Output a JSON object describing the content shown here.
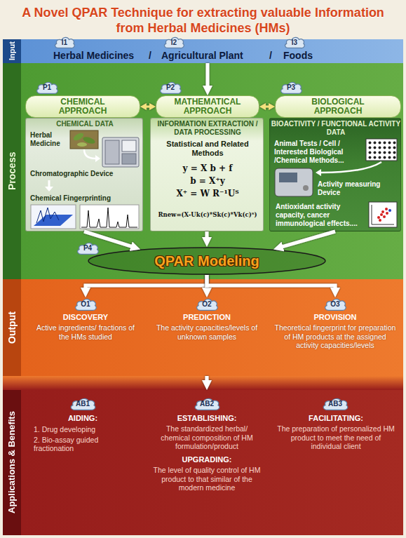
{
  "diagram": {
    "title": "A Novel QPAR Technique for extracting valuable Information from Herbal Medicines (HMs)",
    "nodes": [
      {
        "text": [
          "Input",
          "Herbal Medicines",
          "/",
          "Agricultural Plant",
          "/",
          "Foods"
        ]
      },
      {
        "text": [
          "I1"
        ],
        "in": 0
      },
      {
        "text": [
          "I2"
        ],
        "in": 0
      },
      {
        "text": [
          "I3"
        ],
        "in": 0
      },
      {
        "text": [
          "Process"
        ]
      },
      {
        "text": [
          "P1"
        ],
        "in": 4
      },
      {
        "text": [
          "CHEMICAL APPROACH"
        ],
        "in": 4
      },
      {
        "text": [
          "P2"
        ],
        "in": 4
      },
      {
        "text": [
          "MATHEMATICAL APPROACH"
        ],
        "in": 4
      },
      {
        "text": [
          "P3"
        ],
        "in": 4
      },
      {
        "text": [
          "BIOLOGICAL APPROACH"
        ],
        "in": 4
      },
      {
        "text": [
          "CHEMICAL DATA",
          "Herbal Medicine",
          "Chromatographic Device",
          "Chemical Fingerprinting"
        ],
        "in": 4
      },
      {
        "text": [
          "INFORMATION EXTRACTION / DATA PROCESSING",
          "Statistical and Related Methods",
          "y = X b + f",
          "b = X⁺y",
          "X⁺ = W R⁻¹Uᵀ",
          "Rnew=(X-Uk(c)*Sk(c)*Vk(c)ᵀ)"
        ],
        "in": 4
      },
      {
        "text": [
          "BIOACTIVITY / FUNCTIONAL ACTIVITY DATA",
          "Animal Tests / Cell / Interested Biological /Chemical Methods...",
          "Activity measuring Device",
          "Antioxidant activity capacity, cancer immunological effects...."
        ],
        "in": 4
      },
      {
        "text": [
          "P4"
        ],
        "in": 4
      },
      {
        "text": [
          "QPAR Modeling"
        ],
        "in": 4
      },
      {
        "text": [
          "Output"
        ]
      },
      {
        "text": [
          "O1"
        ],
        "in": 16
      },
      {
        "text": [
          "DISCOVERY",
          "Active ingredients/ fractions of the HMs studied"
        ],
        "in": 16
      },
      {
        "text": [
          "O2"
        ],
        "in": 16
      },
      {
        "text": [
          "PREDICTION",
          "The activity capacities/levels of unknown samples"
        ],
        "in": 16
      },
      {
        "text": [
          "O3"
        ],
        "in": 16
      },
      {
        "text": [
          "PROVISION",
          "Theoretical fingerprint for preparation of HM products at the assigned activity capacities/levels"
        ],
        "in": 16
      },
      {
        "text": [
          "Applications & Benefits"
        ]
      },
      {
        "text": [
          "AB1"
        ],
        "in": 23
      },
      {
        "text": [
          "AIDING:",
          "1. Drug developing",
          "2. Bio-assay guided fractionation"
        ],
        "in": 23
      },
      {
        "text": [
          "AB2"
        ],
        "in": 23
      },
      {
        "text": [
          "ESTABLISHING:",
          "The standardized herbal/ chemical composition of HM formulation/product",
          "UPGRADING:",
          "The level of quality control of HM product to that similar of the modern medicine"
        ],
        "in": 23
      },
      {
        "text": [
          "AB3"
        ],
        "in": 23
      },
      {
        "text": [
          "FACILITATING:",
          "The preparation of personalized HM product to meet the need of individual client"
        ],
        "in": 23
      }
    ],
    "edges": [
      {
        "from": 0,
        "to": 8,
        "arrow": "to"
      },
      {
        "from": 6,
        "to": 8,
        "arrow": "both"
      },
      {
        "from": 8,
        "to": 10,
        "arrow": "both"
      },
      {
        "from": 11,
        "to": 15,
        "arrow": "to"
      },
      {
        "from": 12,
        "to": 15,
        "arrow": "to"
      },
      {
        "from": 13,
        "to": 15,
        "arrow": "to"
      },
      {
        "from": 15,
        "to": 17,
        "arrow": "to"
      },
      {
        "from": 15,
        "to": 19,
        "arrow": "to"
      },
      {
        "from": 15,
        "to": 21,
        "arrow": "to"
      },
      {
        "from": 16,
        "to": 23,
        "arrow": "to"
      }
    ]
  }
}
